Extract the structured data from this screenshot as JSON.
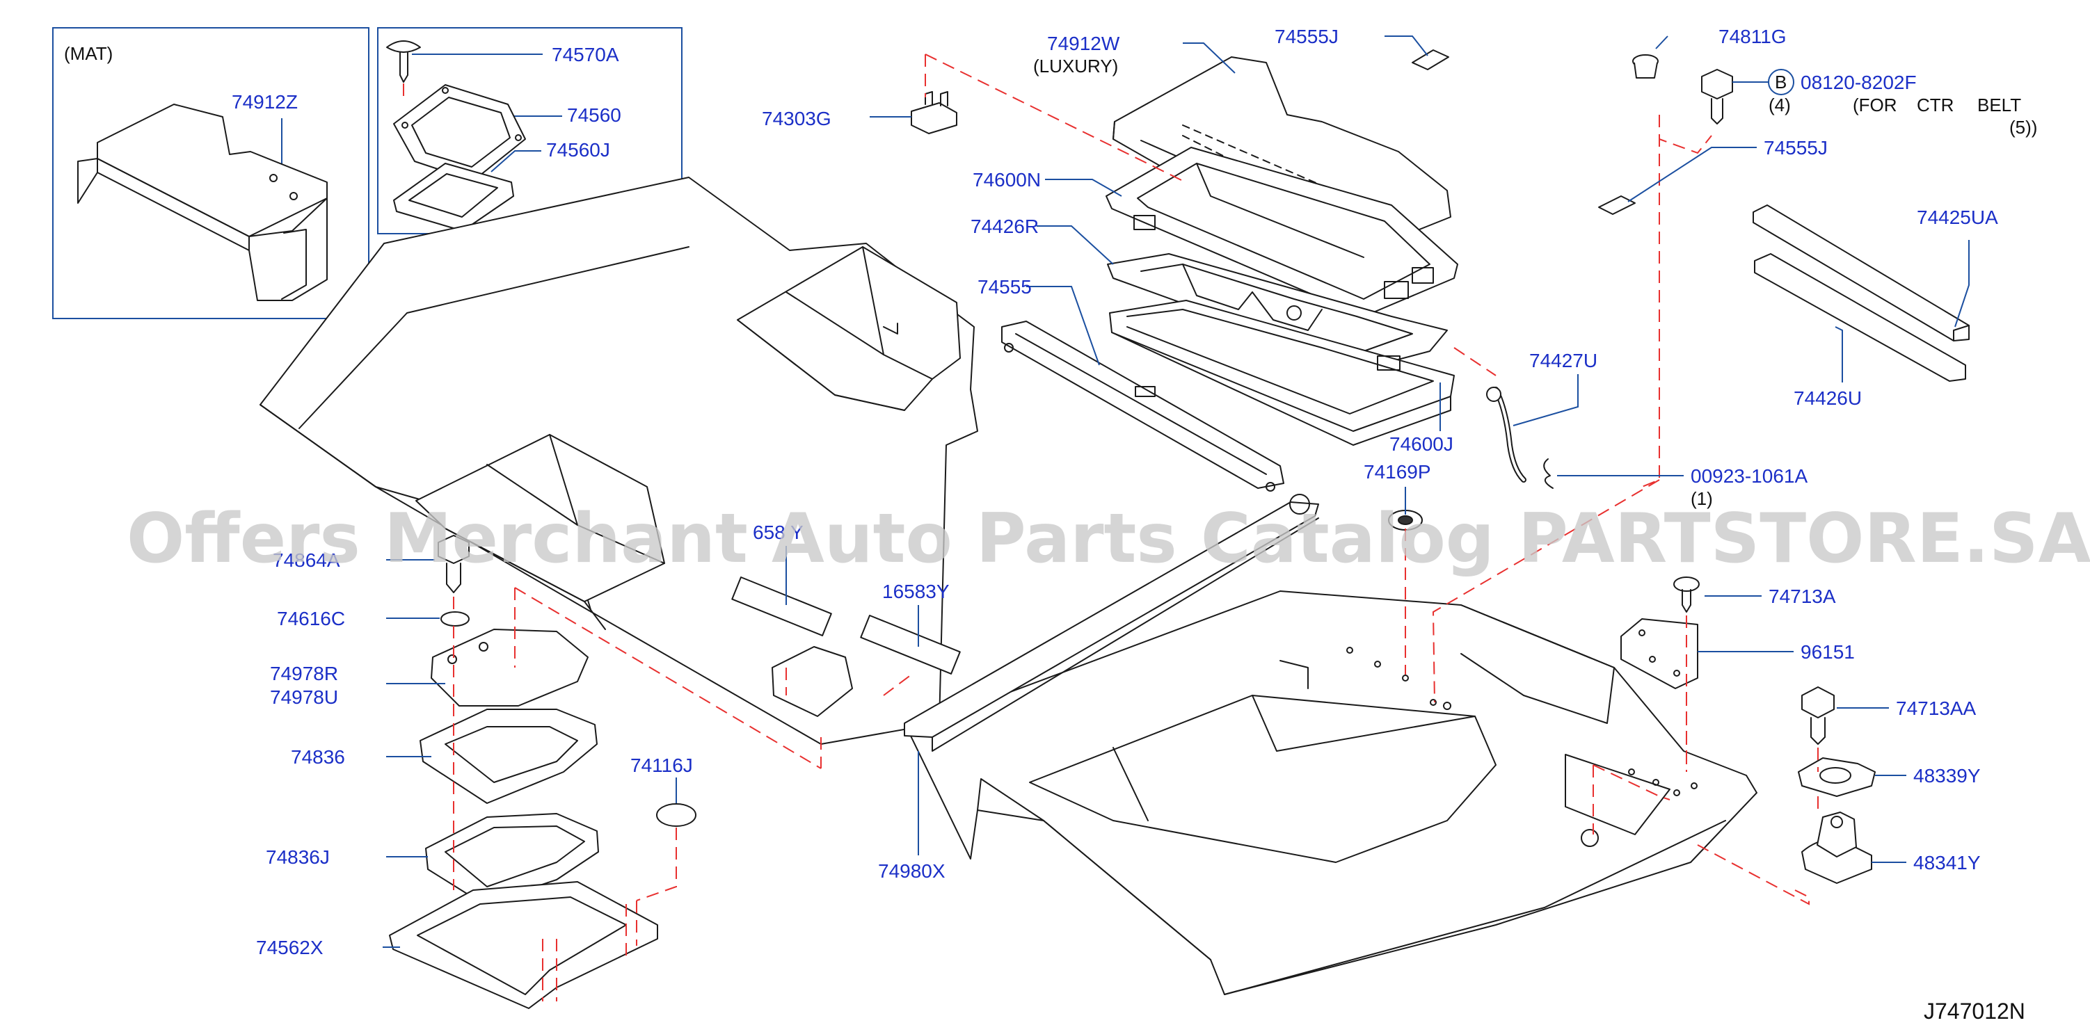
{
  "diagram": {
    "code": "J747012N",
    "watermark": "Offers Merchant Auto Parts Catalog PARTSTORE.SA",
    "inset_mat": {
      "caption": "(MAT)",
      "label": "74912Z"
    },
    "inset_gasket": {
      "labels": [
        "74570A",
        "74560",
        "74560J"
      ]
    },
    "labels": [
      "74912W",
      "(LUXURY)",
      "74555J",
      "74811G",
      "08120-8202F",
      "(4)",
      "(FOR",
      "CTR",
      "BELT",
      "(5))",
      "74303G",
      "74600N",
      "74555J",
      "74426R",
      "74425UA",
      "74555",
      "74427U",
      "74426U",
      "74600J",
      "74169P",
      "00923-1061A",
      "(1)",
      "74864A",
      "658 Y",
      "74616C",
      "16583Y",
      "74713A",
      "74978R",
      "74978U",
      "96151",
      "74713AA",
      "74836",
      "74116J",
      "48339Y",
      "74836J",
      "48341Y",
      "74980X",
      "74562X"
    ],
    "callout_letter": "B"
  }
}
